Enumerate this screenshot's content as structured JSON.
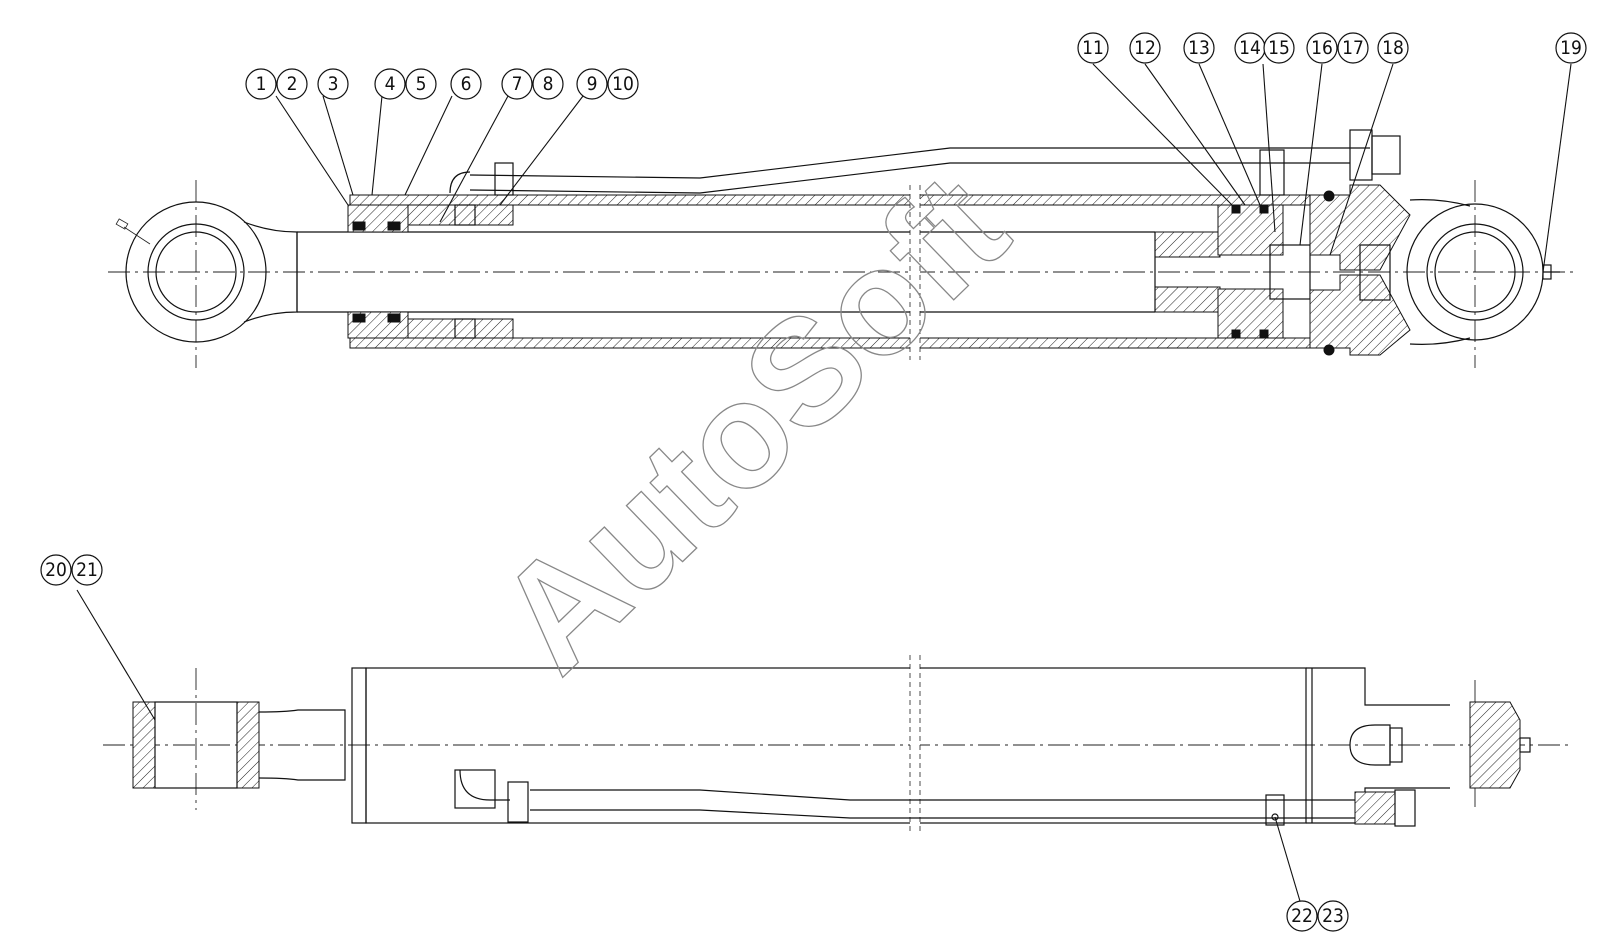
{
  "watermark": "AutoSoft",
  "callouts": {
    "c1": "1",
    "c2": "2",
    "c3": "3",
    "c4": "4",
    "c5": "5",
    "c6": "6",
    "c7": "7",
    "c8": "8",
    "c9": "9",
    "c10": "10",
    "c11": "11",
    "c12": "12",
    "c13": "13",
    "c14": "14",
    "c15": "15",
    "c16": "16",
    "c17": "17",
    "c18": "18",
    "c19": "19",
    "c20": "20",
    "c21": "21",
    "c22": "22",
    "c23": "23"
  },
  "colors": {
    "line": "#111111",
    "watermark": "#888888",
    "background": "#ffffff"
  }
}
